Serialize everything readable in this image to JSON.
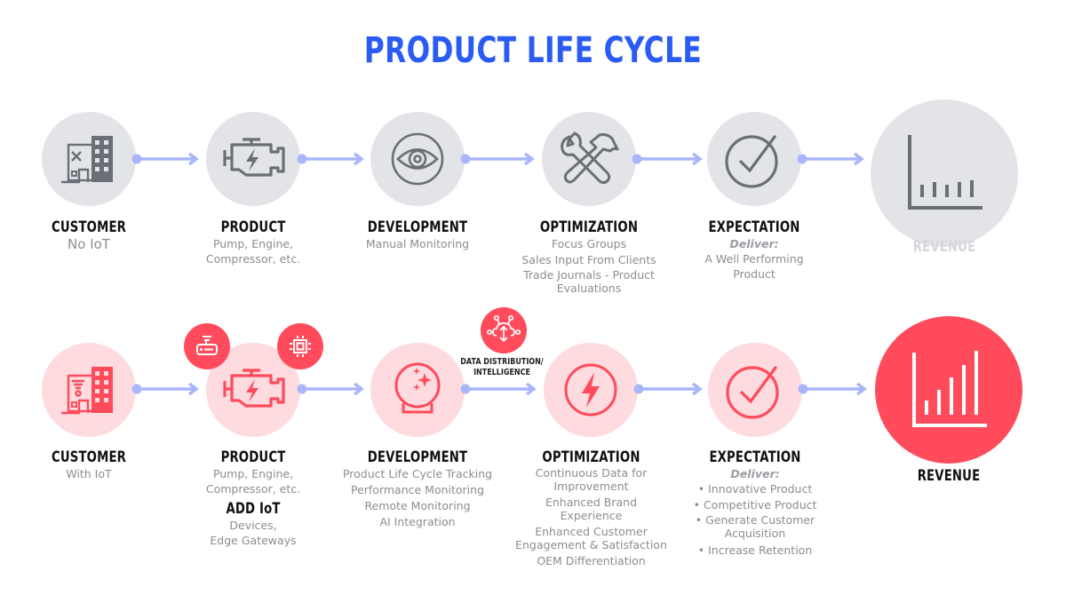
{
  "title": "PRODUCT LIFE CYCLE",
  "colors": {
    "title": "#2a5bf5",
    "arrow": "#a9b6fb",
    "gray_circle": "#e3e4e8",
    "gray_icon": "#6b6e75",
    "pink_circle": "#fddbde",
    "red_accent": "#ff4b5c"
  },
  "rows": [
    {
      "name": "without-iot",
      "stages": [
        {
          "title": "CUSTOMER",
          "icon": "building-icon",
          "lines": [
            "No IoT"
          ]
        },
        {
          "title": "PRODUCT",
          "icon": "engine-icon",
          "lines": [
            "Pump, Engine,",
            "Compressor, etc."
          ]
        },
        {
          "title": "DEVELOPMENT",
          "icon": "eye-icon",
          "lines": [
            "Manual Monitoring"
          ]
        },
        {
          "title": "OPTIMIZATION",
          "icon": "wrench-hammer-icon",
          "lines": [
            "Focus Groups",
            "Sales Input From Clients",
            "Trade Journals - Product",
            "Evaluations"
          ]
        },
        {
          "title": "EXPECTATION",
          "icon": "checkmark-circle-icon",
          "deliver": "Deliver:",
          "lines": [
            "A Well Performing",
            "Product"
          ]
        },
        {
          "title": "REVENUE",
          "icon": "bar-chart-flat-icon",
          "lines": []
        }
      ]
    },
    {
      "name": "with-iot",
      "stages": [
        {
          "title": "CUSTOMER",
          "icon": "building-icon",
          "lines": [
            "With IoT"
          ]
        },
        {
          "title": "PRODUCT",
          "icon": "engine-icon",
          "lines": [
            "Pump, Engine,",
            "Compressor, etc."
          ],
          "addon_title": "ADD IoT",
          "addon_lines": [
            "Devices,",
            "Edge Gateways"
          ],
          "badges": [
            "router-icon",
            "chip-icon"
          ]
        },
        {
          "title": "DEVELOPMENT",
          "icon": "crystal-ball-icon",
          "lines": [
            "Product Life Cycle Tracking",
            "Performance Monitoring",
            "Remote Monitoring",
            "AI Integration"
          ]
        },
        {
          "title": "OPTIMIZATION",
          "icon": "lightning-circle-icon",
          "lines": [
            "Continuous Data for",
            "Improvement",
            "Enhanced Brand",
            "Experience",
            "Enhanced Customer",
            "Engagement & Satisfaction",
            "OEM Differentiation"
          ]
        },
        {
          "title": "EXPECTATION",
          "icon": "checkmark-circle-icon",
          "deliver": "Deliver:",
          "lines": [
            "• Innovative Product",
            "• Competitive Product",
            "• Generate Customer",
            "Acquisition",
            "• Increase Retention"
          ]
        },
        {
          "title": "REVENUE",
          "icon": "bar-chart-growth-icon",
          "lines": []
        }
      ],
      "connector_label": {
        "icon": "cloud-network-icon",
        "line1": "DATA DISTRIBUTION/",
        "line2": "INTELLIGENCE"
      }
    }
  ]
}
